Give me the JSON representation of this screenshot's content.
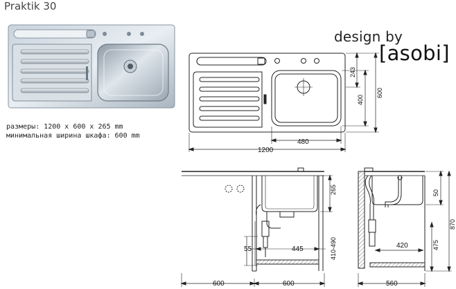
{
  "title": "Praktik 30",
  "brand": {
    "line1": "design by",
    "line2": "[asobi]"
  },
  "specs": {
    "size": "размеры: 1200 x 600 x 265 mm",
    "cabinet": "минимальная ширина шкафа: 600 mm"
  },
  "dims_top": {
    "width": "1200",
    "bowl_width": "480",
    "height": "600",
    "bowl_height": "400",
    "offset": "243"
  },
  "dims_front": {
    "depth": "265",
    "w_left": "600",
    "w_right": "600",
    "gap": "55",
    "center": "445",
    "range": "410-490"
  },
  "dims_side": {
    "width": "560",
    "offset": "420",
    "top": "50",
    "height": "870",
    "low": "475"
  }
}
